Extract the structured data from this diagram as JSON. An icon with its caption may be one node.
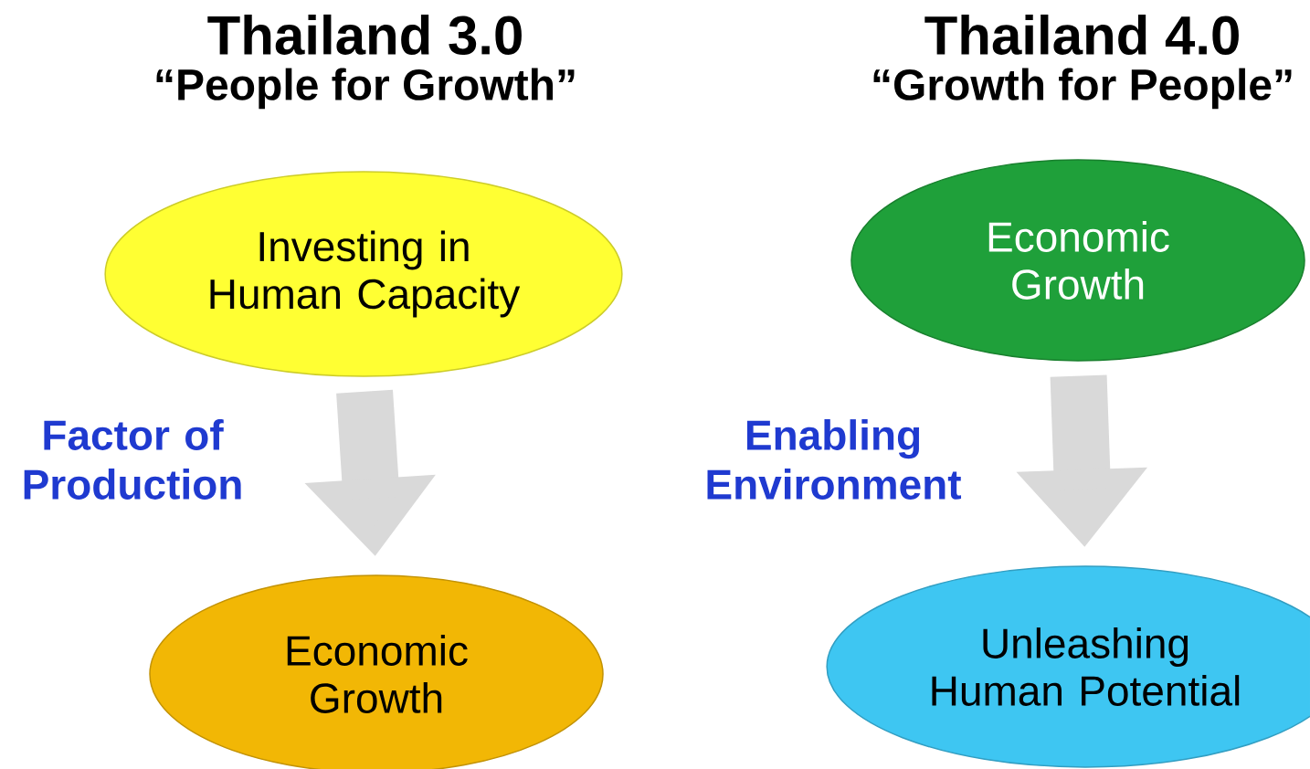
{
  "diagram": {
    "nodes": [
      {
        "text": [
          "Investing in Human Capacity"
        ]
      },
      {
        "text": [
          "Economic Growth"
        ]
      },
      {
        "text": [
          "Economic Growth"
        ]
      },
      {
        "text": [
          "Unleashing Human Potential"
        ]
      }
    ],
    "edges": [
      {
        "from": 0,
        "to": 1,
        "arrow": "to",
        "label": "Factor of Production"
      },
      {
        "from": 2,
        "to": 3,
        "arrow": "to",
        "label": "Enabling Environment"
      }
    ],
    "labels": [
      "Thailand 3.0",
      "“People for Growth”",
      "Thailand 4.0",
      "“Growth for People”"
    ]
  }
}
